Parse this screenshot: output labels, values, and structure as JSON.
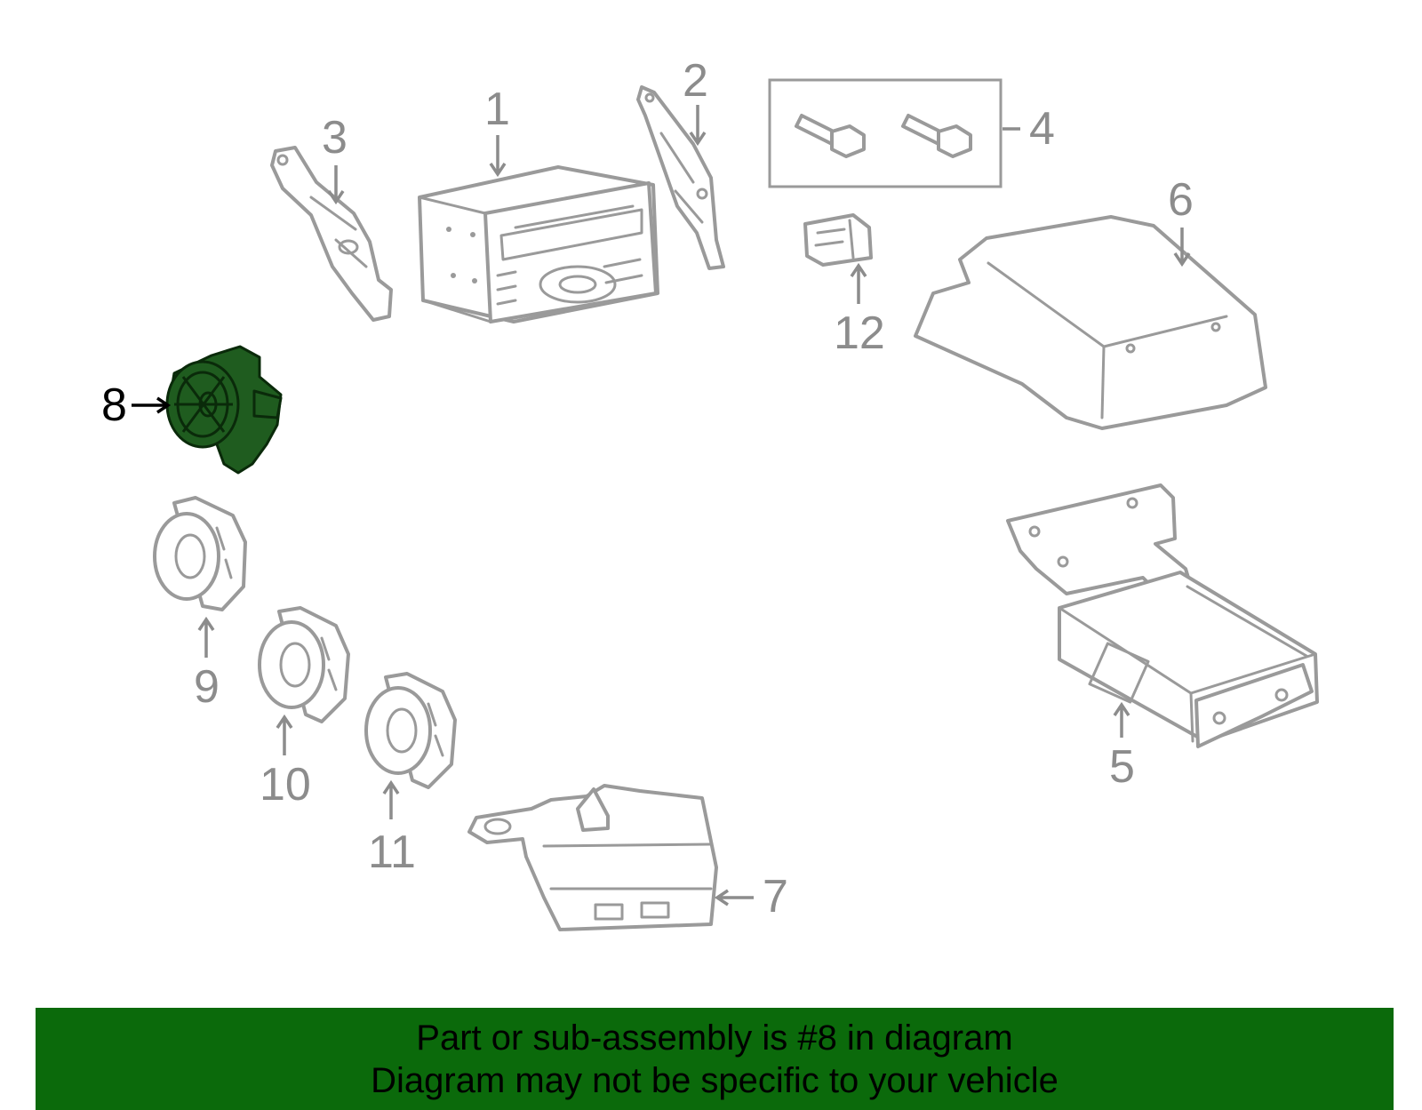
{
  "colors": {
    "banner_bg": "#0b6a0b",
    "highlight_fill": "#1f5c1f",
    "part_stroke": "#9a9a9a",
    "callout_text": "#8c8c8c",
    "active_callout_text": "#000000"
  },
  "highlighted_part": "8",
  "callouts": {
    "c1": "1",
    "c2": "2",
    "c3": "3",
    "c4": "4",
    "c5": "5",
    "c6": "6",
    "c7": "7",
    "c8": "8",
    "c9": "9",
    "c10": "10",
    "c11": "11",
    "c12": "12"
  },
  "banner": {
    "line1": "Part or sub-assembly is #8 in diagram",
    "line2": "Diagram may not be specific to your vehicle"
  }
}
